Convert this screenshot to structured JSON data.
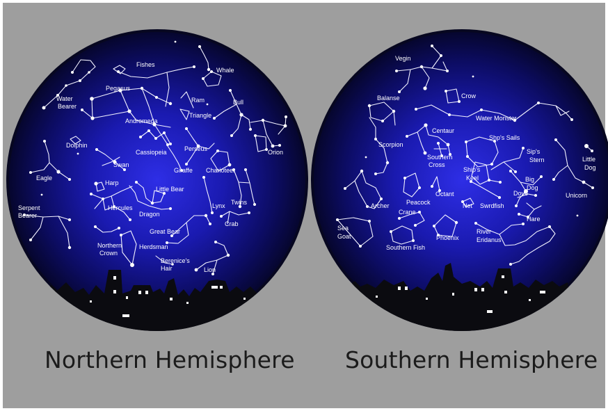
{
  "colors": {
    "background": "#9e9e9e",
    "sky_center": "#2a2ad8",
    "sky_edge": "#07073a",
    "skyline": "#0b0b10",
    "window": "#ffffff",
    "caption": "#1b1b1b"
  },
  "northern": {
    "caption": "Northern Hemisphere",
    "constellations": {
      "fishes": "Fishes",
      "whale": "Whale",
      "water_bearer": [
        "Water",
        "Bearer"
      ],
      "pegasus": "Pegasus",
      "ram": "Ram",
      "bull": "Bull",
      "triangle": "Triangle",
      "andromeda": "Andromeda",
      "dolphin": "Dolphin",
      "cassiopeia": "Cassiopeia",
      "perseus": "Perseus",
      "orion": "Orion",
      "swan": "Swan",
      "giraffe": "Giraffe",
      "charioteer": "Charioteer",
      "eagle": "Eagle",
      "harp": "Harp",
      "little_bear": "Little Bear",
      "twins": "Twins",
      "serpent_bearer": [
        "Serpent",
        "Bearer"
      ],
      "hercules": "Hercules",
      "dragon": "Dragon",
      "lynx": "Lynx",
      "crab": "Crab",
      "great_bear": "Great Bear",
      "northern_crown": [
        "Northern",
        "Crown"
      ],
      "herdsman": "Herdsman",
      "berenices_hair": [
        "Berenice's",
        "Hair"
      ],
      "lion": "Lion"
    }
  },
  "southern": {
    "caption": "Southern Hemisphere",
    "constellations": {
      "virgin": "Vegin",
      "balanse": "Balanse",
      "crow": "Crow",
      "water_monster": "Water Monster",
      "centaur": "Centaur",
      "scorpion": "Scorpion",
      "ships_sails": "Shp's Sails",
      "southern_cross": [
        "Southern",
        "Cross"
      ],
      "ships_stern": [
        "Sip's",
        "Stern"
      ],
      "little_dog": [
        "Little",
        "Dog"
      ],
      "ships_keel": [
        "Ship's",
        "Keel"
      ],
      "big_dog": [
        "Big",
        "Dog"
      ],
      "octant": "Octant",
      "dove": "Dove",
      "unicorn": "Unicorn",
      "peacock": "Peacock",
      "archer": "Archer",
      "net": "Net",
      "swordfish": "Swrdfish",
      "crane": "Crane",
      "hare": "Hare",
      "sea_goat": [
        "Sea",
        "Goat"
      ],
      "phoenix": "Phoenix",
      "river_eridanus": [
        "River",
        "Eridanus"
      ],
      "southern_fish": "Southern Fish"
    }
  }
}
